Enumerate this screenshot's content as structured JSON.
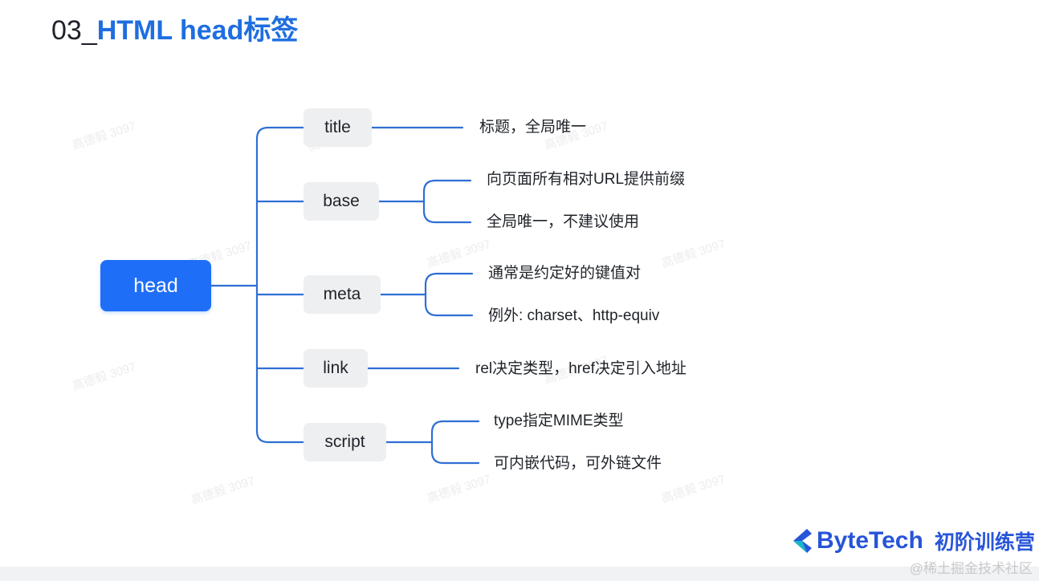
{
  "slide": {
    "title_prefix": "03_",
    "title_main": "HTML head标签"
  },
  "diagram": {
    "root": "head",
    "children": [
      {
        "label": "title",
        "notes": [
          "标题，全局唯一"
        ]
      },
      {
        "label": "base",
        "notes": [
          "向页面所有相对URL提供前缀",
          "全局唯一，不建议使用"
        ]
      },
      {
        "label": "meta",
        "notes": [
          "通常是约定好的键值对",
          "例外: charset、http-equiv"
        ]
      },
      {
        "label": "link",
        "notes": [
          "rel决定类型，href决定引入地址"
        ]
      },
      {
        "label": "script",
        "notes": [
          "type指定MIME类型",
          "可内嵌代码，可外链文件"
        ]
      }
    ],
    "line_color": "#2f6fd4"
  },
  "watermark": "高德毅 3097",
  "branding": {
    "logo_icon": "bytetech-chevron-icon",
    "name": "ByteTech",
    "program": "初阶训练营"
  },
  "credit": "@稀土掘金技术社区",
  "colors": {
    "accent": "#1f6ef7",
    "title_accent": "#1f6ee0",
    "node_bg": "#eeeff1"
  }
}
